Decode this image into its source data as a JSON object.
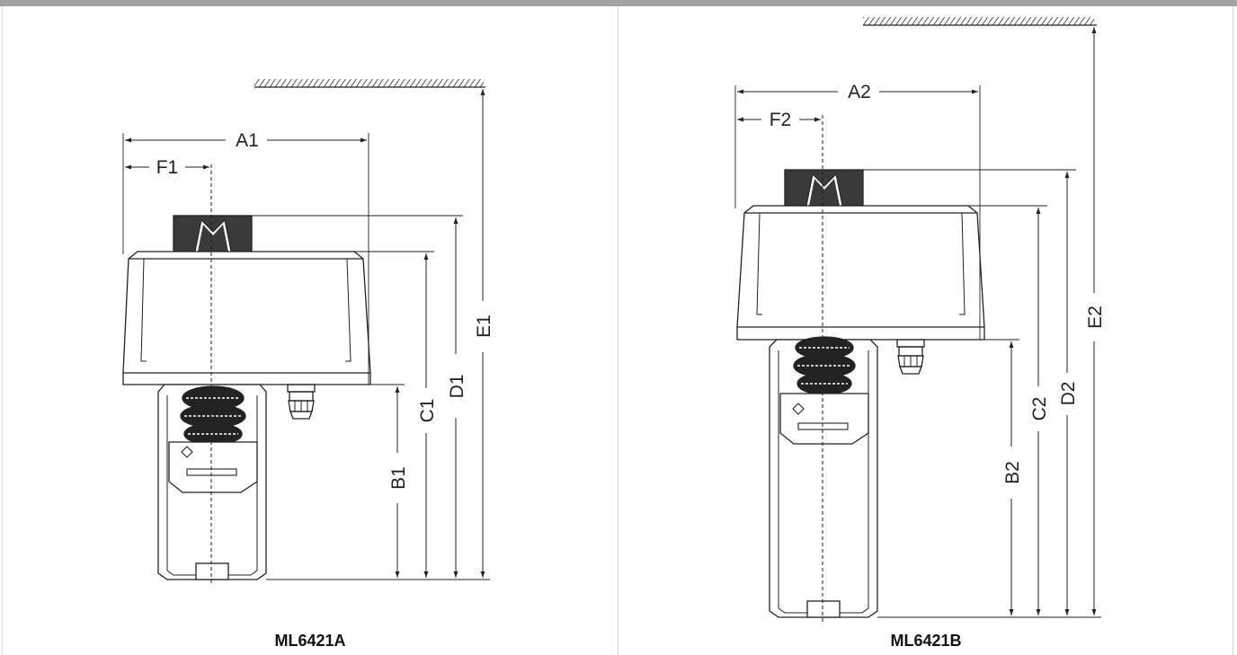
{
  "figures": [
    {
      "caption": "ML6421A",
      "dimensions": {
        "A": "A1",
        "B": "B1",
        "C": "C1",
        "D": "D1",
        "E": "E1",
        "F": "F1"
      }
    },
    {
      "caption": "ML6421B",
      "dimensions": {
        "A": "A2",
        "B": "B2",
        "C": "C2",
        "D": "D2",
        "E": "E2",
        "F": "F2"
      }
    }
  ],
  "colors": {
    "top_rule": "#a3a3a3",
    "stroke": "#222222",
    "knob": "#3a3a3a",
    "bellows": "#222222"
  }
}
